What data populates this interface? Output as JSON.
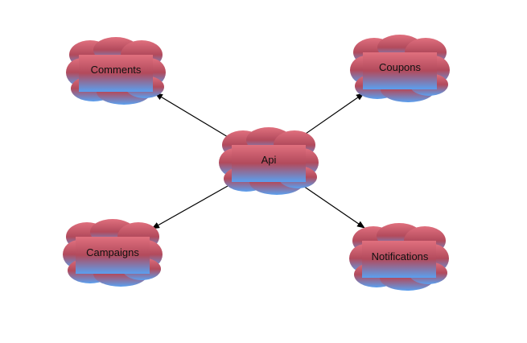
{
  "diagram": {
    "center": {
      "id": "api",
      "label": "Api"
    },
    "nodes": [
      {
        "id": "comments",
        "label": "Comments"
      },
      {
        "id": "coupons",
        "label": "Coupons"
      },
      {
        "id": "campaigns",
        "label": "Campaigns"
      },
      {
        "id": "notifications",
        "label": "Notifications"
      }
    ],
    "edges": [
      {
        "from": "api",
        "to": "comments"
      },
      {
        "from": "api",
        "to": "coupons"
      },
      {
        "from": "api",
        "to": "campaigns"
      },
      {
        "from": "api",
        "to": "notifications"
      }
    ]
  },
  "colors": {
    "cloud_top": "#e0707e",
    "cloud_mid": "#b24a5c",
    "cloud_bottom": "#5aa0f0",
    "arrow": "#000000",
    "background": "#ffffff"
  }
}
